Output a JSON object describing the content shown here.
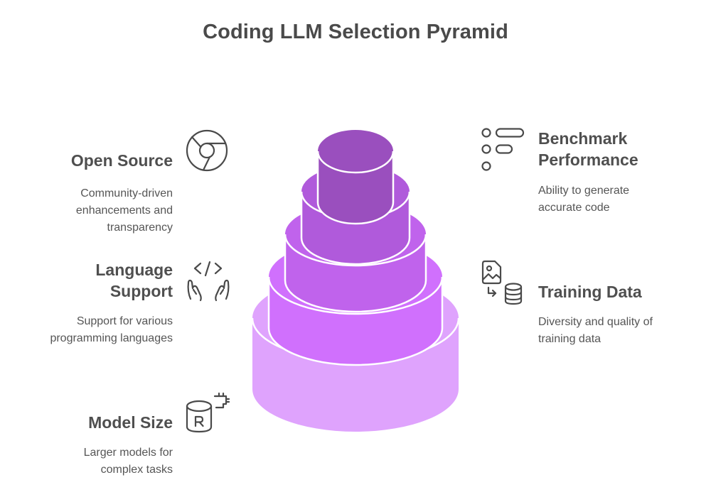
{
  "title": "Coding LLM Selection Pyramid",
  "colors": {
    "tier1": "#9a4fbe",
    "tier2": "#b05adb",
    "tier3": "#c063ec",
    "tier4": "#d070fd",
    "tier5": "#dfa3fd",
    "separator": "#ffffff",
    "icon_stroke": "#4a4a4a"
  },
  "pyramid": {
    "tiers": [
      {
        "level": 1,
        "name": "Benchmark Performance"
      },
      {
        "level": 2,
        "name": "Open Source"
      },
      {
        "level": 3,
        "name": "Training Data"
      },
      {
        "level": 4,
        "name": "Language Support"
      },
      {
        "level": 5,
        "name": "Model Size"
      }
    ]
  },
  "items": {
    "open_source": {
      "heading": "Open Source",
      "desc_lines": [
        "Community-driven",
        "enhancements and",
        "transparency"
      ],
      "icon": "chrome-icon"
    },
    "benchmark": {
      "heading_lines": [
        "Benchmark",
        "Performance"
      ],
      "desc_lines": [
        "Ability to generate",
        "accurate code"
      ],
      "icon": "list-toggle-icon"
    },
    "language_support": {
      "heading_lines": [
        "Language",
        "Support"
      ],
      "desc_lines": [
        "Support for various",
        "programming languages"
      ],
      "icon": "code-hands-icon"
    },
    "training_data": {
      "heading": "Training Data",
      "desc_lines": [
        "Diversity and quality of",
        "training data"
      ],
      "icon": "image-to-database-icon"
    },
    "model_size": {
      "heading": "Model Size",
      "desc_lines": [
        "Larger models for",
        "complex tasks"
      ],
      "icon": "database-r-icon"
    }
  }
}
